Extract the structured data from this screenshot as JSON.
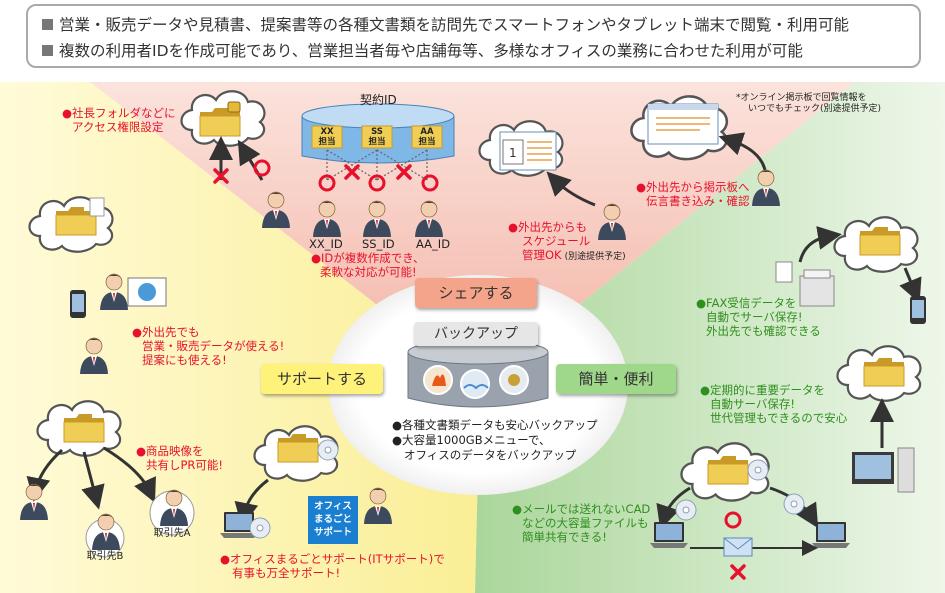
{
  "header": {
    "line1": "営業・販売データや見積書、提案書等の各種文書類を訪問先でスマートフォンやタブレット端末で閲覧・利用可能",
    "line2": "複数の利用者IDを作成可能であり、営業担当者毎や店舗毎等、多様なオフィスの業務に合わせた利用が可能"
  },
  "center": {
    "share": "シェアする",
    "backup": "バックアップ",
    "support": "サポートする",
    "easy": "簡単・便利",
    "backup_note1": "●各種文書類データも安心バックアップ",
    "backup_note2": "●大容量1000GBメニューで、",
    "backup_note3": "オフィスのデータをバックアップ"
  },
  "share_section": {
    "contract_id": "契約ID",
    "folders": [
      "XX\n担当",
      "SS\n担当",
      "AA\n担当"
    ],
    "folder_xx": "XX",
    "folder_ss": "SS",
    "folder_aa": "AA",
    "folder_sub": "担当",
    "user_ids": [
      "XX_ID",
      "SS_ID",
      "AA_ID"
    ],
    "id_note1": "●IDが複数作成でき、",
    "id_note2": "柔軟な対応が可能!",
    "access_note1": "●社長フォルダなどに",
    "access_note2": "アクセス権限設定",
    "schedule_note1": "●外出先からも",
    "schedule_note2": "スケジュール",
    "schedule_note3": "管理OK",
    "schedule_sub": "(別途提供予定)",
    "board_note1": "●外出先から掲示板へ",
    "board_note2": "伝言書き込み・確認",
    "board_top1": "*オンライン掲示板で回覧情報を",
    "board_top2": "いつでもチェック(別途提供予定)",
    "calendar_label": "1"
  },
  "support_section": {
    "mobile_note1": "●外出先でも",
    "mobile_note2": "営業・販売データが使える!",
    "mobile_note3": "提案にも使える!",
    "video_note1": "●商品映像を",
    "video_note2": "共有しPR可能!",
    "client_b": "取引先B",
    "client_a": "取引先A",
    "it_note1": "●オフィスまるごとサポート(ITサポート)で",
    "it_note2": "有事も万全サポート!",
    "office_badge1": "オフィス",
    "office_badge2": "まるごと",
    "office_badge3": "サポート"
  },
  "easy_section": {
    "fax_note1": "●FAX受信データを",
    "fax_note2": "自動でサーバ保存!",
    "fax_note3": "外出先でも確認できる",
    "periodic_note1": "●定期的に重要データを",
    "periodic_note2": "自動サーバ保存!",
    "periodic_note3": "世代管理もできるので安心",
    "cad_note1": "●メールでは送れないCAD",
    "cad_note2": "などの大容量ファイルも",
    "cad_note3": "簡単共有できる!"
  },
  "colors": {
    "share_bg": "#f6c9bf",
    "support_bg": "#fbf2a8",
    "easy_bg": "#c4e4b6",
    "share_pill": "#f4a48a",
    "support_pill": "#fff27a",
    "easy_pill": "#9fd88a",
    "red_text": "#e8112d",
    "green_text": "#2f8f1f",
    "folder": "#e9c54a"
  }
}
